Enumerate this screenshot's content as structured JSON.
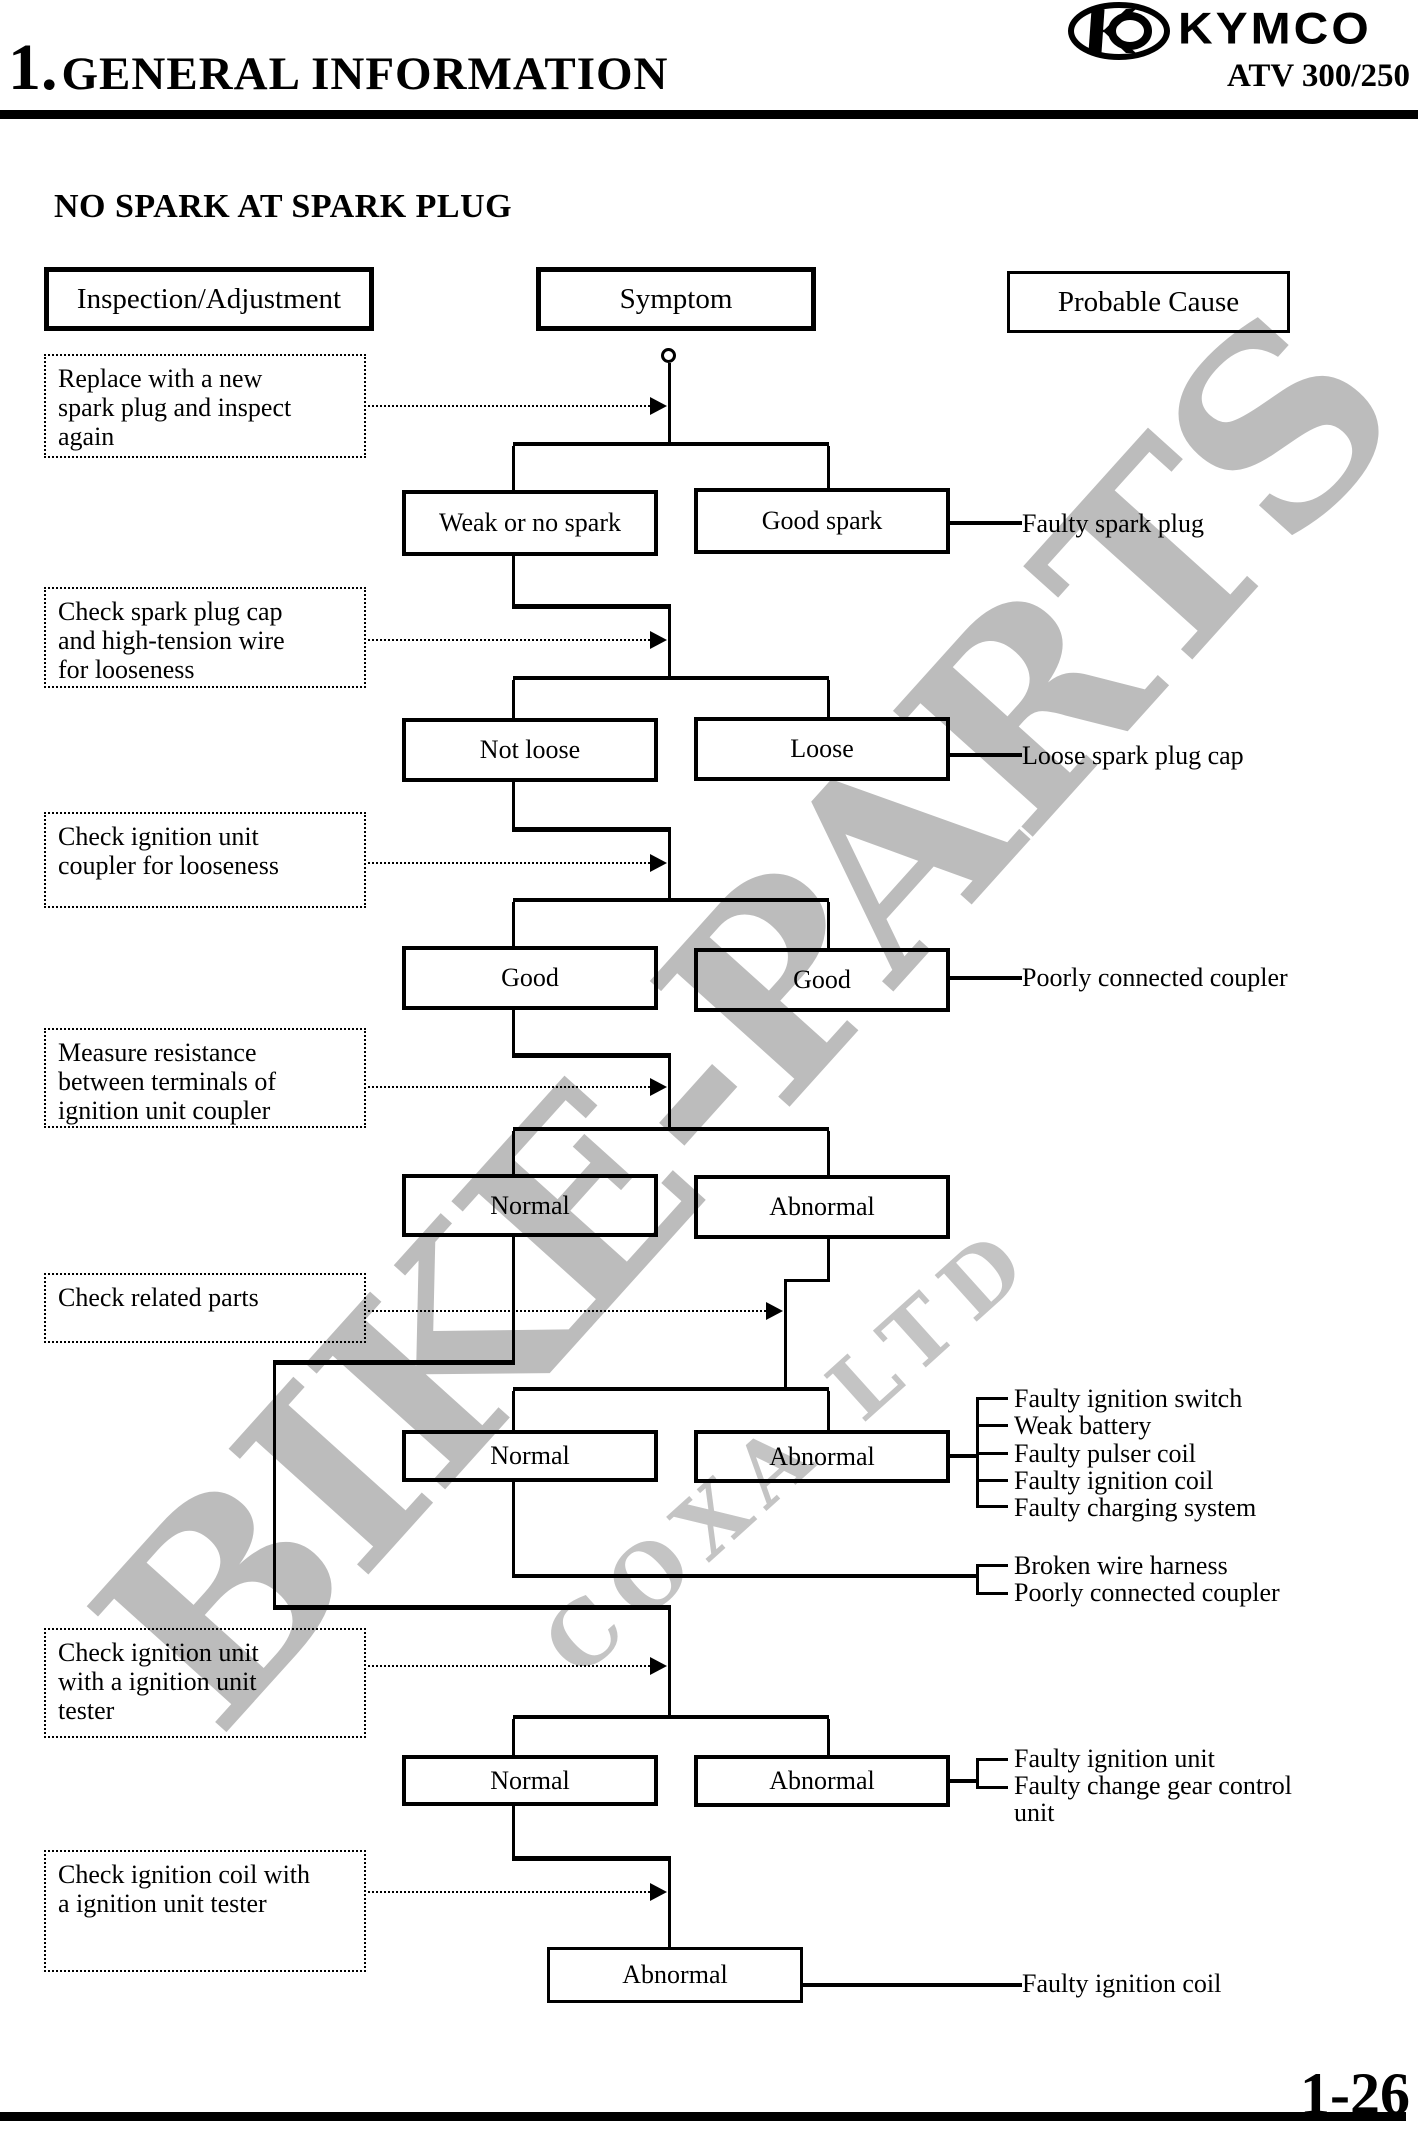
{
  "header": {
    "chapter_number": "1.",
    "chapter_title": "GENERAL INFORMATION",
    "brand": "KYMCO",
    "model": "ATV 300/250"
  },
  "section_title": "NO SPARK AT SPARK PLUG",
  "columns": {
    "inspection": "Inspection/Adjustment",
    "symptom": "Symptom",
    "cause": "Probable Cause"
  },
  "inspections": [
    "Replace with a new\nspark plug and inspect\nagain",
    "Check spark plug cap\nand high-tension wire\nfor looseness",
    "Check ignition unit\ncoupler for looseness",
    "Measure resistance\nbetween terminals of\nignition unit coupler",
    "Check related parts",
    "Check ignition unit\nwith a ignition unit\ntester",
    "Check ignition coil with\na ignition unit tester"
  ],
  "symptoms": [
    "Weak or no spark",
    "Good spark",
    "Not loose",
    "Loose",
    "Good",
    "Good",
    "Normal",
    "Abnormal",
    "Normal",
    "Abnormal",
    "Normal",
    "Abnormal",
    "Abnormal"
  ],
  "causes": [
    "Faulty spark plug",
    "Loose spark plug cap",
    "Poorly connected coupler",
    "Faulty ignition switch",
    "Weak battery",
    "Faulty pulser coil",
    "Faulty ignition coil",
    "Faulty charging system",
    "Broken wire harness",
    "Poorly connected coupler",
    "Faulty ignition unit",
    "Faulty change gear control\nunit",
    "Faulty ignition coil"
  ],
  "footer": {
    "page_number": "1-26"
  },
  "watermark": {
    "line1": "BIKE-PARTS",
    "line2": "COXA LTD"
  },
  "colors": {
    "ink": "#000000",
    "watermark_gray": "#bcbcbc",
    "paper": "#ffffff"
  }
}
